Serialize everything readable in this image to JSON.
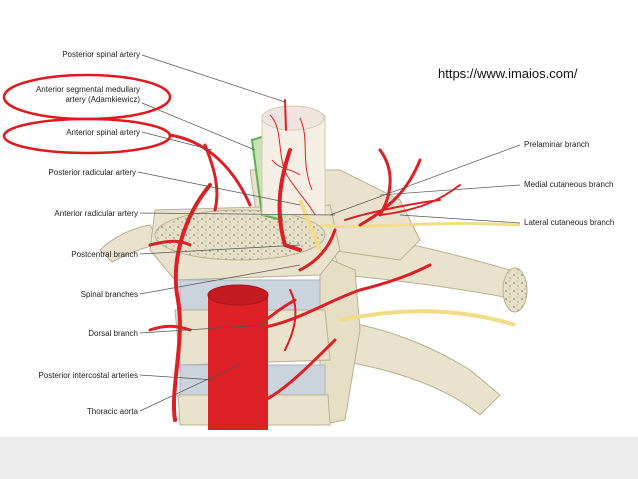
{
  "source_url": "https://www.imaios.com/",
  "colors": {
    "artery": "#dd1f26",
    "bone": "#e9e3cd",
    "bone_shade": "#cfc6a6",
    "disc": "#cbd3dc",
    "nerve": "#f3dc86",
    "dura": "#5fae4f",
    "highlight_ellipse": "#e0191f",
    "background_band": "#ececec"
  },
  "labels_left": [
    "Posterior spinal artery",
    "Anterior segmental medullary\nartery (Adamkiewicz)",
    "Anterior spinal artery",
    "Posterior radicular artery",
    "Anterior radicular artery",
    "Postcentral branch",
    "Spinal branches",
    "Dorsal branch",
    "Posterior intercostal arteries",
    "Thoracic aorta"
  ],
  "labels_right": [
    "Prelaminar branch",
    "Medial cutaneous branch",
    "Lateral cutaneous branch"
  ],
  "highlighted": [
    "Anterior segmental medullary artery (Adamkiewicz)",
    "Anterior spinal artery"
  ]
}
